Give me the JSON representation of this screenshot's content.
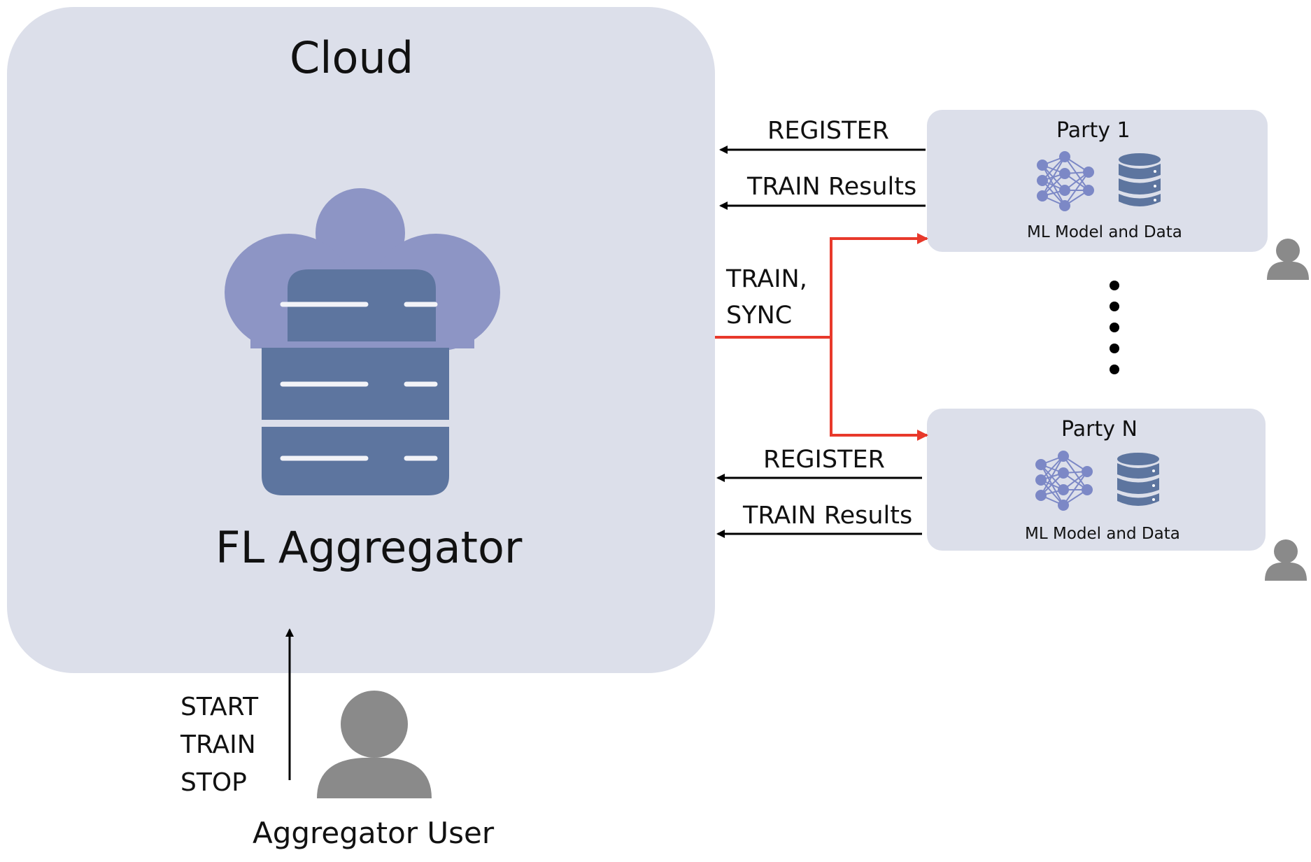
{
  "cloud": {
    "title": "Cloud",
    "server_label": "FL Aggregator"
  },
  "parties": [
    {
      "name": "Party 1",
      "caption": "ML Model and Data",
      "register_label": "REGISTER",
      "results_label": "TRAIN Results"
    },
    {
      "name": "Party N",
      "caption": "ML Model and Data",
      "register_label": "REGISTER",
      "results_label": "TRAIN Results"
    }
  ],
  "broadcast": {
    "line1": "TRAIN,",
    "line2": "SYNC"
  },
  "aggregator_user": {
    "commands": [
      "START",
      "TRAIN",
      "STOP"
    ],
    "label": "Aggregator User"
  },
  "colors": {
    "panel": "#dcdfea",
    "server": "#5d759f",
    "cloud": "#8d95c5",
    "network": "#7c88c6",
    "database": "#5d759f",
    "user": "#8a8a8a",
    "broadcast_arrow": "#e8392b",
    "arrow": "#000000"
  },
  "icons": [
    "cloud-server-icon",
    "neural-network-icon",
    "database-icon",
    "user-icon"
  ]
}
